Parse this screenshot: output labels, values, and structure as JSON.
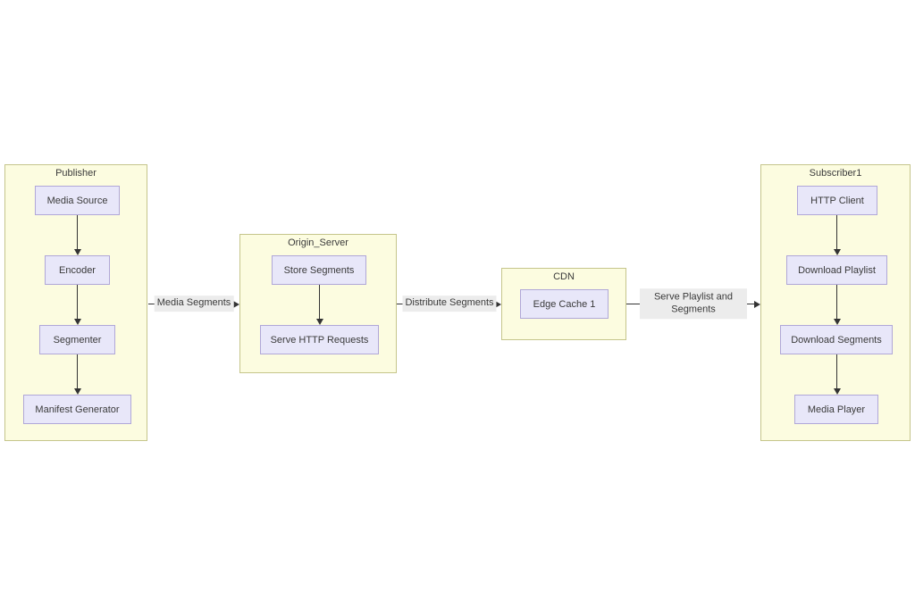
{
  "diagram": {
    "containers": [
      {
        "title": "Publisher",
        "nodes": [
          {
            "label": "Media Source"
          },
          {
            "label": "Encoder"
          },
          {
            "label": "Segmenter"
          },
          {
            "label": "Manifest Generator"
          }
        ]
      },
      {
        "title": "Origin_Server",
        "nodes": [
          {
            "label": "Store Segments"
          },
          {
            "label": "Serve HTTP Requests"
          }
        ]
      },
      {
        "title": "CDN",
        "nodes": [
          {
            "label": "Edge Cache 1"
          }
        ]
      },
      {
        "title": "Subscriber1",
        "nodes": [
          {
            "label": "HTTP Client"
          },
          {
            "label": "Download Playlist"
          },
          {
            "label": "Download Segments"
          },
          {
            "label": "Media Player"
          }
        ]
      }
    ],
    "edges": [
      {
        "label": "Media Segments"
      },
      {
        "label": "Distribute Segments"
      },
      {
        "label": "Serve Playlist and Segments"
      }
    ],
    "colors": {
      "container_fill": "#fcfce0",
      "container_border": "#c5c58b",
      "node_fill": "#e8e7f9",
      "node_border": "#b0a7d8",
      "edge_label_bg": "#ececec",
      "line": "#333333",
      "text": "#3a3a3a",
      "canvas_bg": "#ffffff"
    }
  }
}
